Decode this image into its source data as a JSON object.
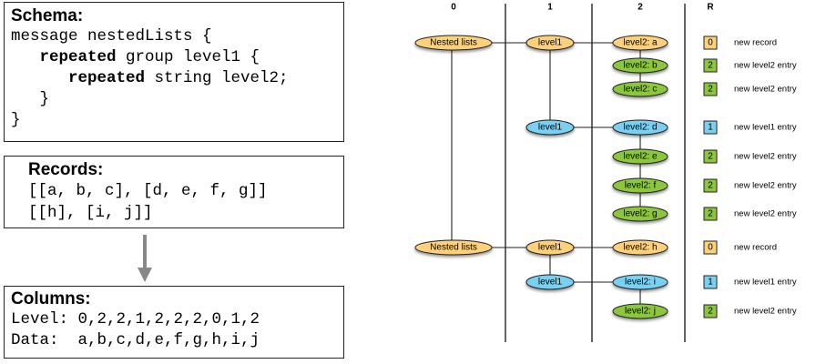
{
  "schema": {
    "title": "Schema:",
    "lines": [
      {
        "indent": "",
        "keyword": "",
        "rest": "message nestedLists {"
      },
      {
        "indent": "   ",
        "keyword": "repeated",
        "rest": " group level1 {"
      },
      {
        "indent": "      ",
        "keyword": "repeated",
        "rest": " string level2;"
      },
      {
        "indent": "   ",
        "keyword": "",
        "rest": "}"
      },
      {
        "indent": "",
        "keyword": "",
        "rest": "}"
      }
    ]
  },
  "records": {
    "title": "Records:",
    "lines": [
      "[[a, b, c], [d, e, f, g]]",
      "[[h], [i, j]]"
    ]
  },
  "columns": {
    "title": "Columns:",
    "level_line": "Level: 0,2,2,1,2,2,2,0,1,2",
    "data_line": "Data:  a,b,c,d,e,f,g,h,i,j"
  },
  "tree": {
    "column_headers": [
      "0",
      "1",
      "2",
      "R"
    ],
    "colors": {
      "orange": "#fdd07c",
      "green": "#8cc63e",
      "blue": "#79d0f1"
    },
    "rows": [
      {
        "root": "Nested lists",
        "level1": "level1",
        "level1_color": "orange",
        "level2": "level2: a",
        "level2_color": "orange",
        "r": "0",
        "desc": "new record"
      },
      {
        "level2": "level2: b",
        "level2_color": "green",
        "r": "2",
        "desc": "new level2 entry"
      },
      {
        "level2": "level2: c",
        "level2_color": "green",
        "r": "2",
        "desc": "new level2 entry"
      },
      {
        "level1": "level1",
        "level1_color": "blue",
        "level2": "level2: d",
        "level2_color": "blue",
        "r": "1",
        "desc": "new level1 entry"
      },
      {
        "level2": "level2: e",
        "level2_color": "green",
        "r": "2",
        "desc": "new level2 entry"
      },
      {
        "level2": "level2: f",
        "level2_color": "green",
        "r": "2",
        "desc": "new level2 entry"
      },
      {
        "level2": "level2: g",
        "level2_color": "green",
        "r": "2",
        "desc": "new level2 entry"
      },
      {
        "root": "Nested lists",
        "level1": "level1",
        "level1_color": "orange",
        "level2": "level2: h",
        "level2_color": "orange",
        "r": "0",
        "desc": "new record"
      },
      {
        "level1": "level1",
        "level1_color": "blue",
        "level2": "level2: i",
        "level2_color": "blue",
        "r": "1",
        "desc": "new level1 entry"
      },
      {
        "level2": "level2: j",
        "level2_color": "green",
        "r": "2",
        "desc": "new level2 entry"
      }
    ]
  }
}
